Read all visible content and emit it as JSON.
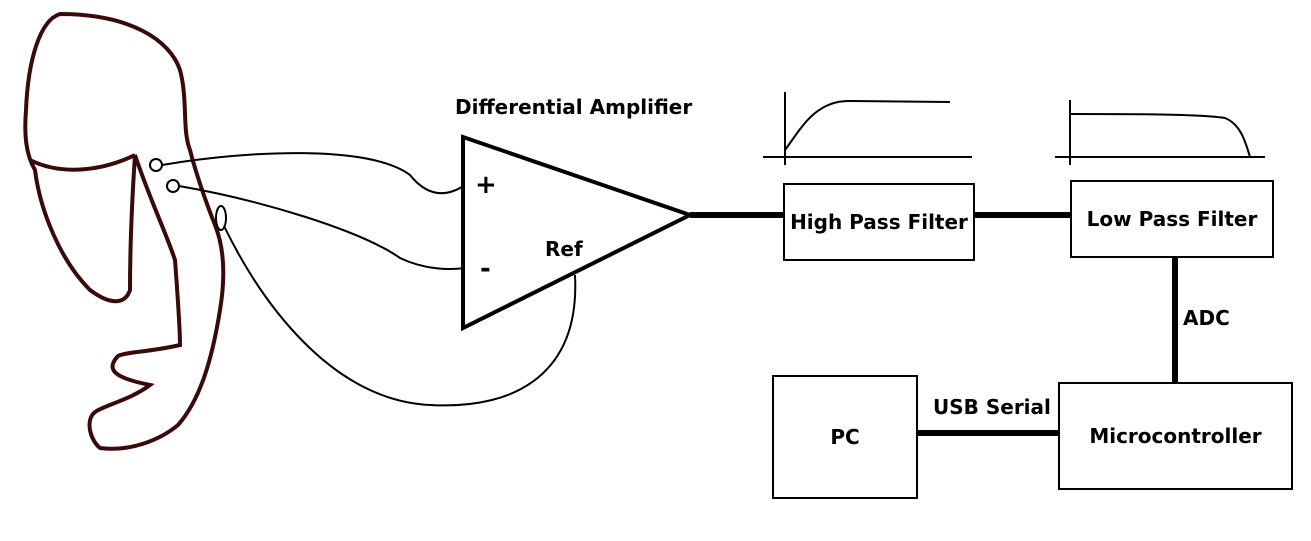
{
  "diagram": {
    "amplifier_label": "Differential Amplifier",
    "plus_sign": "+",
    "minus_sign": "-",
    "ref_label": "Ref",
    "high_pass_label": "High Pass Filter",
    "low_pass_label": "Low Pass Filter",
    "adc_label": "ADC",
    "microcontroller_label": "Microcontroller",
    "pc_label": "PC",
    "usb_label": "USB Serial"
  },
  "colors": {
    "arm_outline": "#3a0a0a",
    "lines": "#000000",
    "background": "#ffffff"
  }
}
